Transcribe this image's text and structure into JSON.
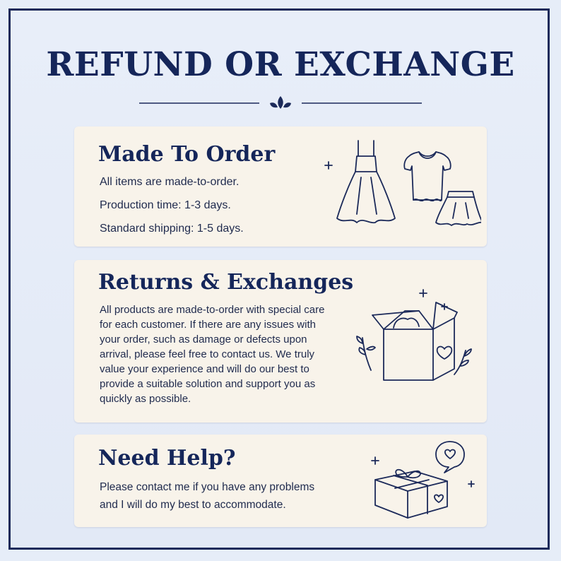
{
  "title": "REFUND OR EXCHANGE",
  "sections": [
    {
      "heading": "Made To Order",
      "lines": [
        "All items are made-to-order.",
        "Production time: 1-3 days.",
        "Standard shipping: 1-5 days."
      ],
      "icon": "clothing-icon"
    },
    {
      "heading": "Returns & Exchanges",
      "lines": [
        "All products are made-to-order with special care",
        "for each customer. If there are any issues with",
        "your order, such as damage or defects upon",
        "arrival, please feel free to contact us. We truly",
        "value your experience and will do our best to",
        "provide a suitable solution and support you as",
        "quickly as possible."
      ],
      "icon": "open-box-icon"
    },
    {
      "heading": "Need Help?",
      "lines": [
        "Please contact me if you have any problems",
        "and I will do my best to accommodate."
      ],
      "icon": "gift-box-icon"
    }
  ],
  "colors": {
    "background": "#e6edf8",
    "card": "#f8f3ea",
    "navy": "#1c2a5a"
  }
}
